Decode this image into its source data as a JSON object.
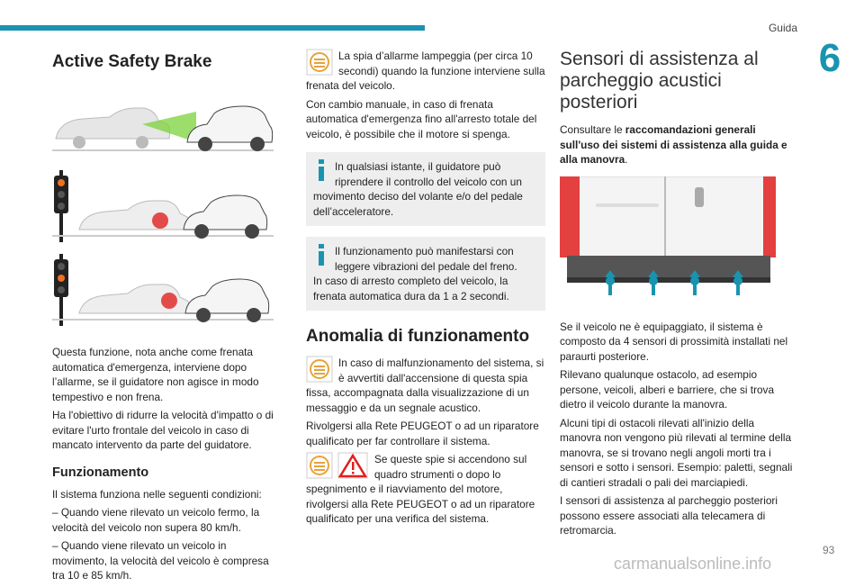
{
  "header": {
    "section": "Guida",
    "chapter": "6"
  },
  "col1": {
    "title": "Active Safety Brake",
    "p1": "Questa funzione, nota anche come frenata automatica d'emergenza, interviene dopo l’allarme, se il guidatore non agisce in modo tempestivo e non frena.",
    "p2": "Ha l'obiettivo di ridurre la velocità d'impatto o di evitare l'urto frontale del veicolo in caso di mancato intervento da parte del guidatore.",
    "subtitle": "Funzionamento",
    "p3": "Il sistema funziona nelle seguenti condizioni:",
    "p4": "– Quando viene rilevato un veicolo fermo, la velocità del veicolo non supera 80 km/h.",
    "p5": "– Quando viene rilevato un veicolo in movimento, la velocità del veicolo è compresa tra 10 e 85 km/h."
  },
  "col2": {
    "warn1": "La spia d’allarme lampeggia (per circa 10 secondi) quando la funzione interviene sulla frenata del veicolo.",
    "warn1b": "Con cambio manuale, in caso di frenata automatica d'emergenza fino all'arresto totale del veicolo, è possibile che il motore si spenga.",
    "info1": "In qualsiasi istante, il guidatore può riprendere il controllo del veicolo con un movimento deciso del volante e/o del pedale dell’acceleratore.",
    "info2": "Il funzionamento può manifestarsi con leggere vibrazioni del pedale del freno.",
    "info2b": "In caso di arresto completo del veicolo, la frenata automatica dura da 1 a 2 secondi.",
    "title": "Anomalia di funzionamento",
    "fault1": "In caso di malfunzionamento del sistema, si è avvertiti dall'accensione di questa spia fissa, accompagnata dalla visualizzazione di un messaggio e da un segnale acustico.",
    "fault1b": "Rivolgersi alla Rete PEUGEOT o ad un riparatore qualificato per far controllare il sistema.",
    "fault2": "Se queste spie si accendono sul quadro strumenti o dopo lo spegnimento e il riavviamento del motore, rivolgersi alla Rete PEUGEOT o ad un riparatore qualificato per una verifica del sistema."
  },
  "col3": {
    "title": "Sensori di assistenza al parcheggio acustici posteriori",
    "intro_pre": "Consultare le",
    "intro_bold": "raccomandazioni generali sull'uso dei sistemi di assistenza alla guida e alla manovra",
    "intro_post": ".",
    "p1": "Se il veicolo ne è equipaggiato, il sistema è composto da 4 sensori di prossimità installati nel paraurti posteriore.",
    "p2": "Rilevano qualunque ostacolo, ad esempio persone, veicoli, alberi e barriere, che si trova dietro il veicolo durante la manovra.",
    "p3": "Alcuni tipi di ostacoli rilevati all'inizio della manovra non vengono più rilevati al termine della manovra, se si trovano negli angoli morti tra i sensori e sotto i sensori. Esempio: paletti, segnali di cantieri stradali o pali dei marciapiedi.",
    "p4": "I sensori di assistenza al parcheggio posteriori possono essere associati alla telecamera di retromarcia."
  },
  "footer": {
    "page": "93",
    "watermark": "carmanualsonline.info"
  },
  "colors": {
    "accent": "#1a93b0",
    "warning": "#e8a23a",
    "alert": "#e02020"
  },
  "icons": [
    "car-front-detect-illustration",
    "traffic-light-icon",
    "warning-light-icon",
    "info-icon",
    "alert-triangle-icon",
    "parking-sensor-van-illustration"
  ]
}
